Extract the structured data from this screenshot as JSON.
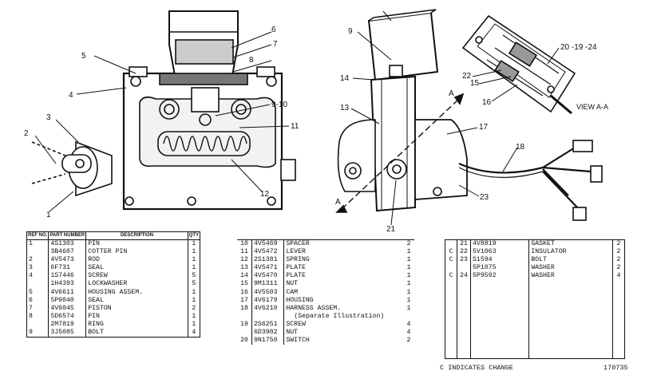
{
  "drawing": {
    "callouts": [
      "1",
      "2",
      "3",
      "4",
      "5",
      "6",
      "7",
      "8",
      "9-10",
      "11",
      "12",
      "9",
      "14",
      "13",
      "17",
      "18",
      "20 -19 -24",
      "22",
      "15",
      "16",
      "23",
      "21",
      "A",
      "A"
    ],
    "view_label": "VIEW A-A"
  },
  "table1": {
    "headers": [
      "REF NO.",
      "PART NUMBER",
      "DESCRIPTION",
      "QTY"
    ],
    "rows": [
      {
        "ref": "1",
        "pn": "4S1303",
        "desc": "PIN",
        "qty": "1"
      },
      {
        "ref": "",
        "pn": "3B4607",
        "desc": "COTTER PIN",
        "qty": "1"
      },
      {
        "ref": "2",
        "pn": "4V5473",
        "desc": "ROD",
        "qty": "1"
      },
      {
        "ref": "3",
        "pn": "6F731",
        "desc": "SEAL",
        "qty": "1"
      },
      {
        "ref": "4",
        "pn": "1S7446",
        "desc": "SCREW",
        "qty": "5"
      },
      {
        "ref": "",
        "pn": "1H4393",
        "desc": "LOCKWASHER",
        "qty": "5"
      },
      {
        "ref": "5",
        "pn": "4V6611",
        "desc": "HOUSING ASSEM.",
        "qty": "1"
      },
      {
        "ref": "6",
        "pn": "5P9040",
        "desc": "SEAL",
        "qty": "1"
      },
      {
        "ref": "7",
        "pn": "4V6045",
        "desc": "PISTON",
        "qty": "2"
      },
      {
        "ref": "8",
        "pn": "5D6574",
        "desc": "PIN",
        "qty": "1"
      },
      {
        "ref": "",
        "pn": "2M7819",
        "desc": "RING",
        "qty": "1"
      },
      {
        "ref": "9",
        "pn": "3J5085",
        "desc": "BOLT",
        "qty": "4"
      }
    ]
  },
  "table2": {
    "rows": [
      {
        "ref": "10",
        "pn": "4V5469",
        "desc": "SPACER",
        "qty": "2"
      },
      {
        "ref": "11",
        "pn": "4V5472",
        "desc": "LEVER",
        "qty": "1"
      },
      {
        "ref": "12",
        "pn": "2S1381",
        "desc": "SPRING",
        "qty": "1"
      },
      {
        "ref": "13",
        "pn": "4V5471",
        "desc": "PLATE",
        "qty": "1"
      },
      {
        "ref": "14",
        "pn": "4V5470",
        "desc": "PLATE",
        "qty": "1"
      },
      {
        "ref": "15",
        "pn": "9M1311",
        "desc": "NUT",
        "qty": "1"
      },
      {
        "ref": "16",
        "pn": "4V5503",
        "desc": "CAM",
        "qty": "1"
      },
      {
        "ref": "17",
        "pn": "4V6179",
        "desc": "HOUSING",
        "qty": "1"
      },
      {
        "ref": "18",
        "pn": "4V6210",
        "desc": "HARNESS ASSEM.",
        "qty": "1"
      },
      {
        "ref": "",
        "pn": "",
        "desc": "(Separate Illustration)",
        "qty": ""
      },
      {
        "ref": "19",
        "pn": "2S6251",
        "desc": "SCREW",
        "qty": "4"
      },
      {
        "ref": "",
        "pn": "6D3982",
        "desc": "NUT",
        "qty": "4"
      },
      {
        "ref": "20",
        "pn": "9N1750",
        "desc": "SWITCH",
        "qty": "2"
      }
    ]
  },
  "table3": {
    "rows": [
      {
        "chg": "",
        "ref": "21",
        "pn": "4V8819",
        "desc": "GASKET",
        "qty": "2"
      },
      {
        "chg": "C",
        "ref": "22",
        "pn": "5V1063",
        "desc": "INSULATOR",
        "qty": "2"
      },
      {
        "chg": "C",
        "ref": "23",
        "pn": "S1594",
        "desc": "BOLT",
        "qty": "2"
      },
      {
        "chg": "",
        "ref": "",
        "pn": "5P1075",
        "desc": "WASHER",
        "qty": "2"
      },
      {
        "chg": "C",
        "ref": "24",
        "pn": "5P9592",
        "desc": "WASHER",
        "qty": "4"
      }
    ]
  },
  "footnote": "C INDICATES CHANGE",
  "doc_number": "170735"
}
